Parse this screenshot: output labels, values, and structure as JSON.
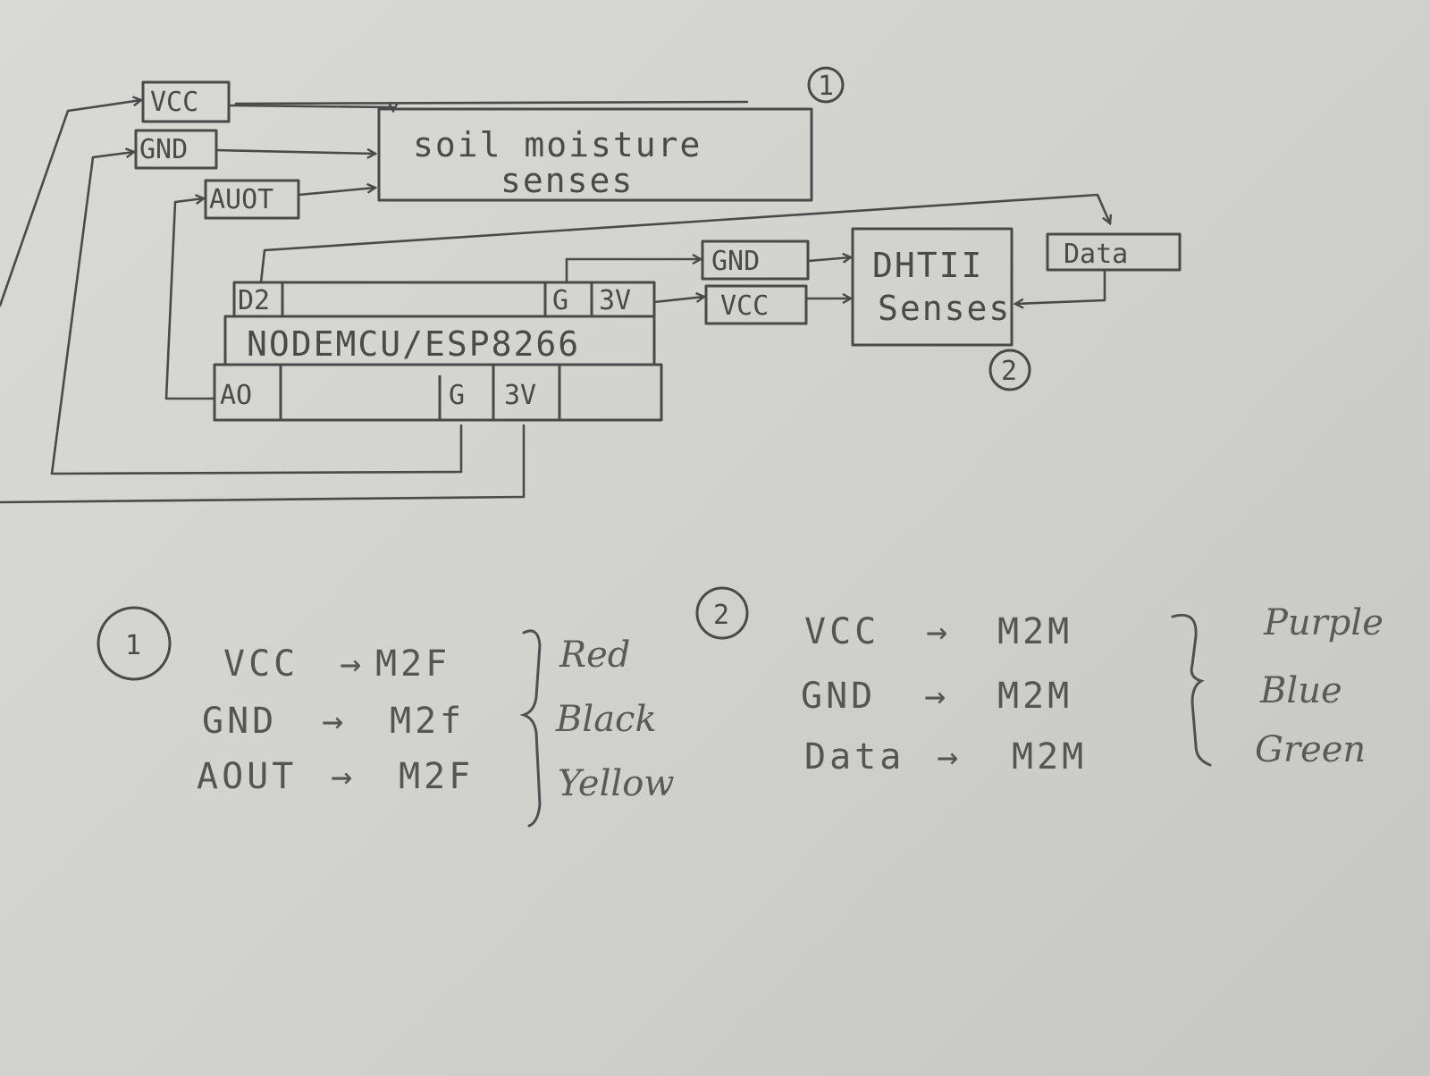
{
  "diagram": {
    "soil_sensor": {
      "marker": "1",
      "title_line1": "soil moisture",
      "title_line2": "senses",
      "pins": [
        "VCC",
        "GND",
        "AUOT"
      ]
    },
    "dht_sensor": {
      "marker": "2",
      "title_line1": "DHTII",
      "title_line2": "Senses",
      "pins": [
        "GND",
        "VCC",
        "Data"
      ]
    },
    "mcu": {
      "label": "NODEMCU/ESP8266",
      "top_pins": [
        "D2",
        "G",
        "3V"
      ],
      "bottom_pins": [
        "AO",
        "G",
        "3V"
      ]
    }
  },
  "legend": {
    "group1": {
      "marker": "1",
      "rows": [
        {
          "pin": "VCC",
          "arrow": "→",
          "cable": "M2F",
          "color": "Red"
        },
        {
          "pin": "GND",
          "arrow": "→",
          "cable": "M2f",
          "color": "Black"
        },
        {
          "pin": "AOUT",
          "arrow": "→",
          "cable": "M2F",
          "color": "Yellow"
        }
      ]
    },
    "group2": {
      "marker": "2",
      "rows": [
        {
          "pin": "VCC",
          "arrow": "→",
          "cable": "M2M",
          "color": "Purple"
        },
        {
          "pin": "GND",
          "arrow": "→",
          "cable": "M2M",
          "color": "Blue"
        },
        {
          "pin": "Data",
          "arrow": "→",
          "cable": "M2M",
          "color": "Green"
        }
      ]
    }
  }
}
